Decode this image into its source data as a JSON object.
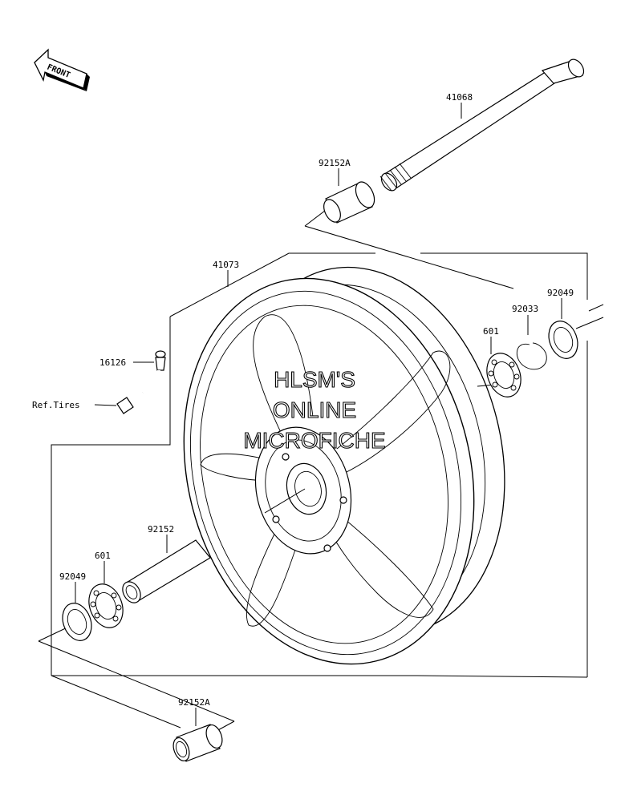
{
  "front_badge": "FRONT",
  "parts": {
    "axle": "41068",
    "collar_top": "92152A",
    "wheel": "41073",
    "oil_seal_right": "92049",
    "circlip": "92033",
    "bearing_right": "601",
    "valve": "16126",
    "ref_tires": "Ref.Tires",
    "collar_inner": "92152",
    "bearing_left": "601",
    "oil_seal_left": "92049",
    "collar_bottom": "92152A"
  },
  "watermark": [
    "HLSM'S",
    "ONLINE",
    "MICROFICHE"
  ]
}
